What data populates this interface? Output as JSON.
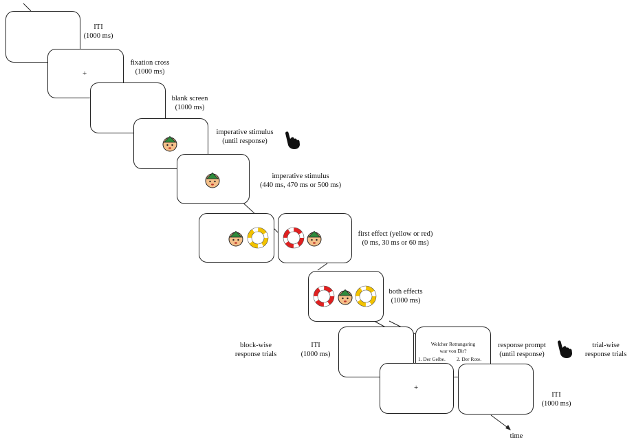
{
  "frames": [
    {
      "label": "ITI",
      "sublabel": "(1000 ms)"
    },
    {
      "label": "fixation  cross",
      "sublabel": "(1000 ms)",
      "content": "+"
    },
    {
      "label": "blank  screen",
      "sublabel": "(1000 ms)"
    },
    {
      "label": "imperative  stimulus",
      "sublabel": "(until response)"
    },
    {
      "label": "imperative  stimulus",
      "sublabel": "(440 ms, 470 ms or 500 ms)"
    },
    {
      "label": "first effect  (yellow or red)",
      "sublabel": "(0 ms, 30 ms or 60 ms)"
    },
    {
      "label": "both effects",
      "sublabel": "(1000 ms)"
    }
  ],
  "branches": {
    "block_wise": {
      "label": "block-wise",
      "sublabel": "response trials",
      "iti_label": "ITI",
      "iti_sublabel": "(1000 ms)"
    },
    "trial_wise": {
      "label": "trial-wise",
      "sublabel": "response trials"
    },
    "response_prompt": {
      "label": "response prompt",
      "sublabel": "(until response)",
      "question_line1": "Welcher Rettungsring",
      "question_line2": "war von Dir?",
      "option1": "1. Der Gelbe.",
      "option2": "2. Der Rote."
    },
    "fixation_content": "+",
    "final_iti": {
      "label": "ITI",
      "sublabel": "(1000 ms)"
    }
  },
  "time_axis_label": "time",
  "icons": [
    "green-hat-face-icon",
    "yellow-life-ring-icon",
    "red-life-ring-icon",
    "pointing-hand-icon"
  ],
  "colors": {
    "hat": "#2e8b3c",
    "skin": "#f4c08a",
    "yellow_ring": "#f2c200",
    "red_ring": "#e02020"
  }
}
